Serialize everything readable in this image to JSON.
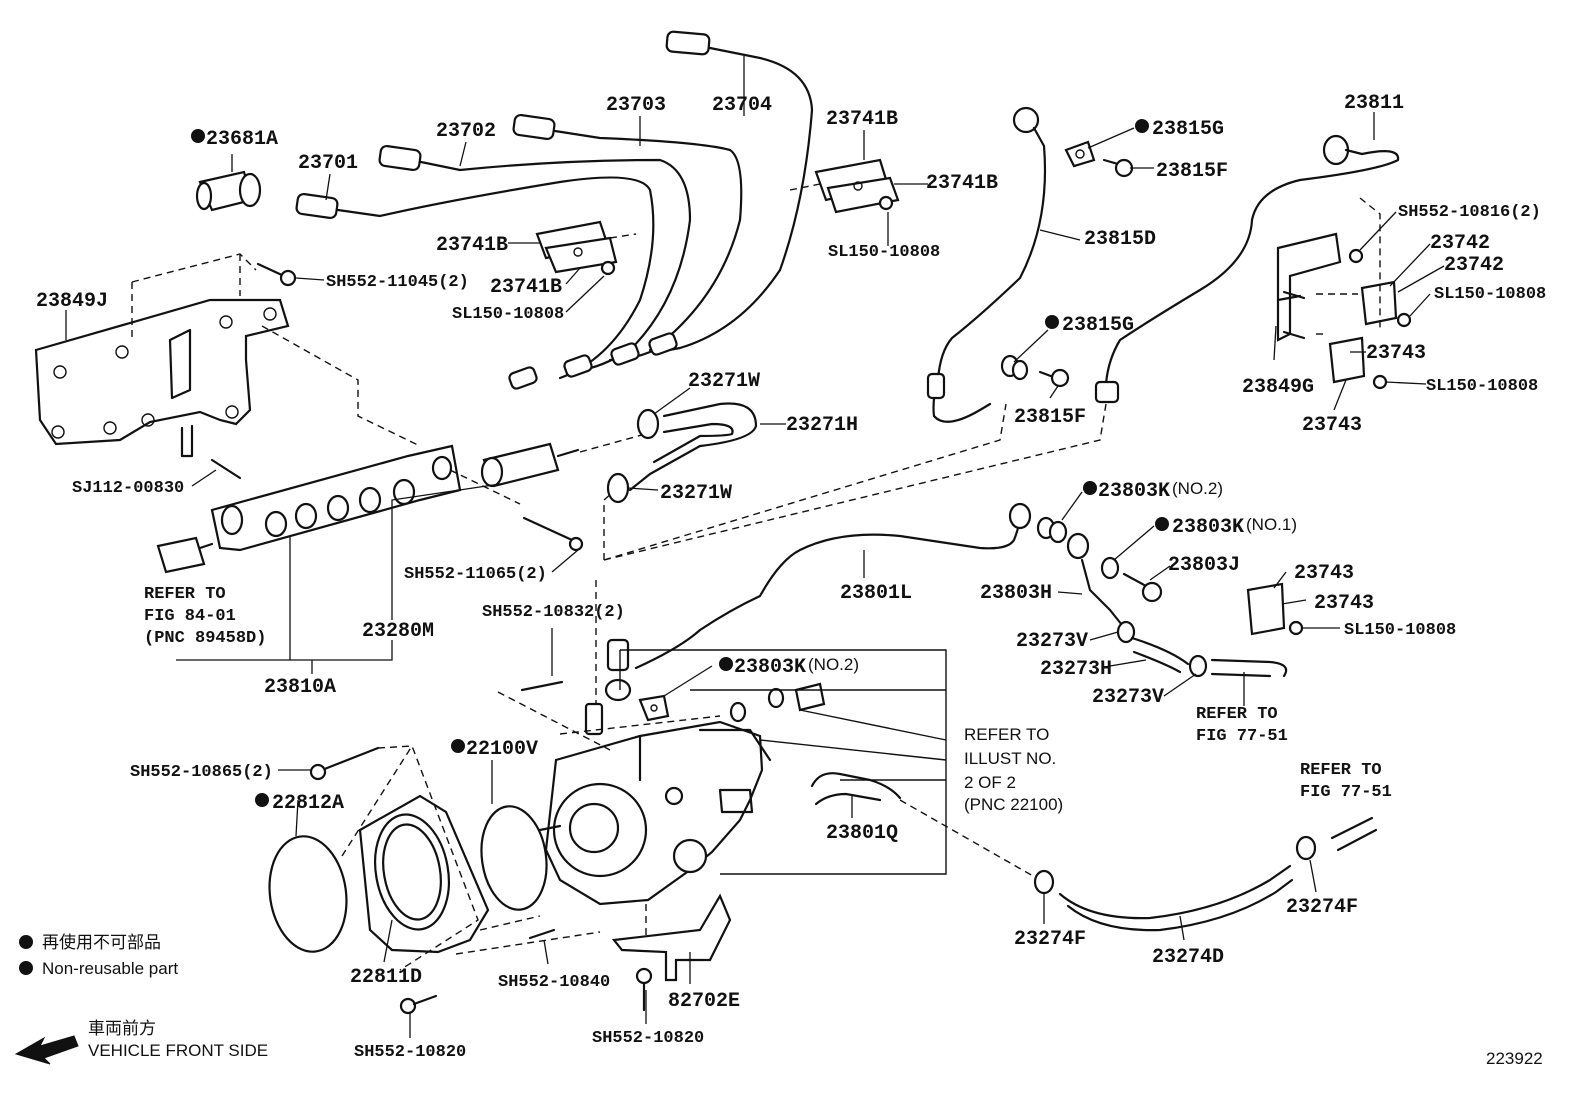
{
  "figure_id": "223922",
  "legend": {
    "jp": "再使用不可部品",
    "en": "Non-reusable part"
  },
  "front_side": {
    "jp": "車両前方",
    "en": "VEHICLE FRONT SIDE"
  },
  "labels": {
    "p23681A": "23681A",
    "p23701": "23701",
    "p23702": "23702",
    "p23703": "23703",
    "p23704": "23704",
    "p23741B_a": "23741B",
    "p23741B_b": "23741B",
    "p23741B_c": "23741B",
    "p23741B_d": "23741B",
    "sl150_a": "SL150-10808",
    "sl150_b": "SL150-10808",
    "p23815G_a": "23815G",
    "p23815F_a": "23815F",
    "p23815D": "23815D",
    "p23815G_b": "23815G",
    "p23815F_b": "23815F",
    "p23811": "23811",
    "sh10816": "SH552-10816(2)",
    "p23742_a": "23742",
    "p23742_b": "23742",
    "sl150_c": "SL150-10808",
    "p23849G": "23849G",
    "p23743_a": "23743",
    "sl150_d": "SL150-10808",
    "p23743_b": "23743",
    "p23849J": "23849J",
    "sh11045": "SH552-11045(2)",
    "sj112": "SJ112-00830",
    "p23271W_a": "23271W",
    "p23271H": "23271H",
    "p23271W_b": "23271W",
    "sh11065": "SH552-11065(2)",
    "p23280M": "23280M",
    "p23810A": "23810A",
    "p23803K_no2_a": "23803K",
    "p23803K_no1": "23803K",
    "p23803J": "23803J",
    "p23803H": "23803H",
    "p23801L": "23801L",
    "p23743_c": "23743",
    "p23743_d": "23743",
    "sl150_e": "SL150-10808",
    "p23273V_a": "23273V",
    "p23273H": "23273H",
    "p23273V_b": "23273V",
    "sh10832": "SH552-10832(2)",
    "p23803K_no2_b": "23803K",
    "p22100V": "22100V",
    "sh10865": "SH552-10865(2)",
    "p22812A": "22812A",
    "p22811D": "22811D",
    "sh10840": "SH552-10840",
    "p82702E": "82702E",
    "sh10820_a": "SH552-10820",
    "sh10820_b": "SH552-10820",
    "p23801Q": "23801Q",
    "p23274F_a": "23274F",
    "p23274F_b": "23274F",
    "p23274D": "23274D"
  },
  "qualifiers": {
    "no2": "(NO.2)",
    "no1": "(NO.1)"
  },
  "refs": {
    "fig8401": [
      "REFER TO",
      "FIG 84-01",
      "(PNC 89458D)"
    ],
    "fig7751_a": [
      "REFER TO",
      "FIG 77-51"
    ],
    "fig7751_b": [
      "REFER TO",
      "FIG 77-51"
    ],
    "illust": [
      "REFER TO",
      "ILLUST NO.",
      "2 OF 2",
      "(PNC 22100)"
    ]
  }
}
